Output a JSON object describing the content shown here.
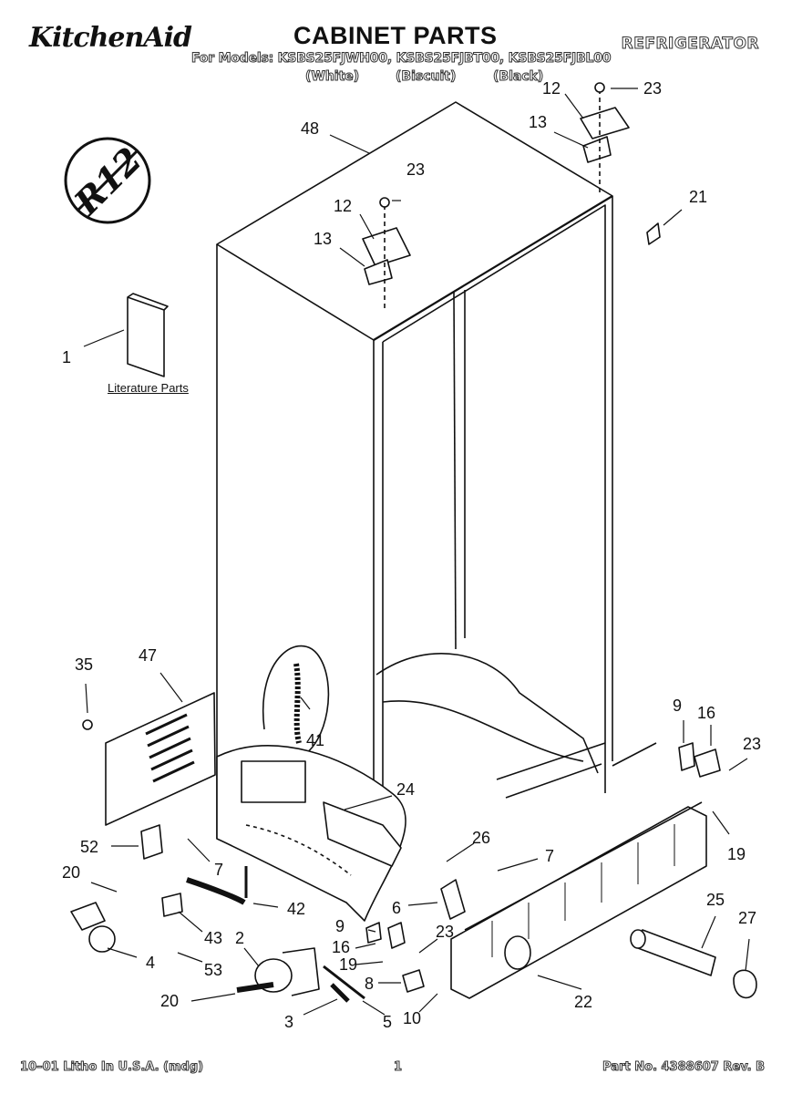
{
  "header": {
    "brand": "KitchenAid",
    "title": "CABINET PARTS",
    "appliance": "REFRIGERATOR",
    "models": "For Models: KSBS25FJWH00, KSBS25FJBT00, KSBS25FJBL00",
    "variants": [
      "(White)",
      "(Biscuit)",
      "(Black)"
    ]
  },
  "diagram": {
    "badge_text": "R12",
    "literature_label": "Literature Parts",
    "callouts": [
      "48",
      "1",
      "12",
      "13",
      "23",
      "12",
      "13",
      "23",
      "21",
      "35",
      "47",
      "41",
      "24",
      "52",
      "7",
      "20",
      "42",
      "43",
      "53",
      "4",
      "2",
      "26",
      "7",
      "6",
      "9",
      "16",
      "19",
      "8",
      "5",
      "3",
      "10",
      "20",
      "23",
      "9",
      "16",
      "23",
      "19",
      "25",
      "27",
      "22"
    ]
  },
  "footer": {
    "litho": "10–01 Litho In U.S.A. (mdg)",
    "page": "1",
    "part_no": "Part No. 4388607 Rev. B"
  }
}
